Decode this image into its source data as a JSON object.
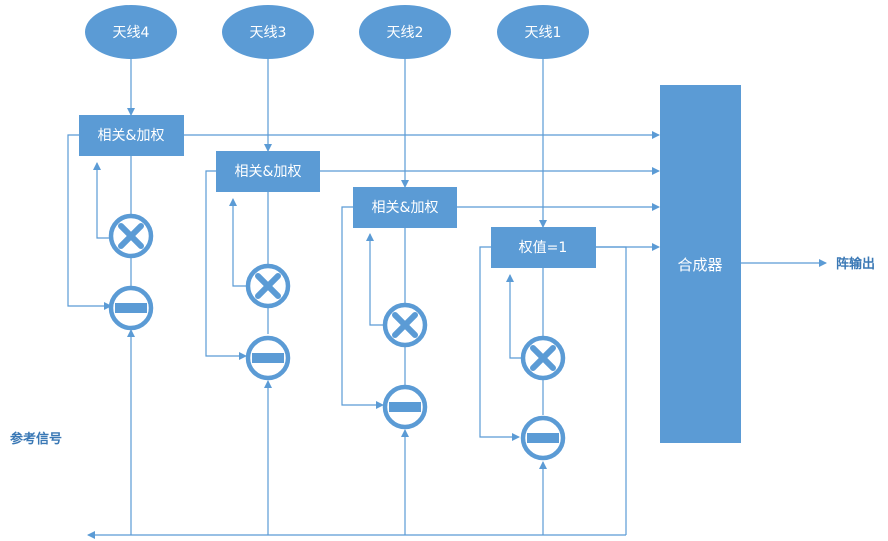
{
  "antennas": [
    "天线4",
    "天线3",
    "天线2",
    "天线1"
  ],
  "processors": [
    "相关&加权",
    "相关&加权",
    "相关&加权",
    "权值=1"
  ],
  "combiner_label": "合成器",
  "output_label": "阵输出",
  "reference_label": "参考信号",
  "colors": {
    "node": "#5b9bd5",
    "wire": "#5b9bd5",
    "text_blue": "#3a78b5"
  }
}
